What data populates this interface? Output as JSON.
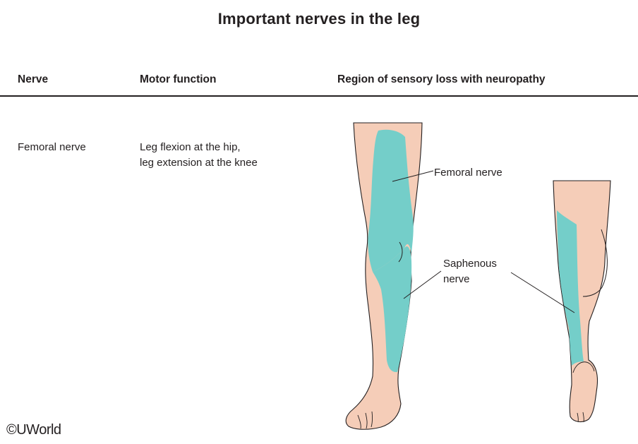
{
  "title": "Important nerves in the leg",
  "headers": {
    "nerve": "Nerve",
    "motor": "Motor function",
    "region": "Region of sensory loss with neuropathy"
  },
  "rows": [
    {
      "nerve": "Femoral nerve",
      "motor_line1": "Leg flexion at the hip,",
      "motor_line2": "leg extension at the knee"
    }
  ],
  "labels": {
    "femoral": "Femoral nerve",
    "saphenous_line1": "Saphenous",
    "saphenous_line2": "nerve"
  },
  "copyright": "©UWorld",
  "colors": {
    "skin": "#f5cdb8",
    "nerve_region": "#74cec9",
    "outline": "#231f20"
  }
}
